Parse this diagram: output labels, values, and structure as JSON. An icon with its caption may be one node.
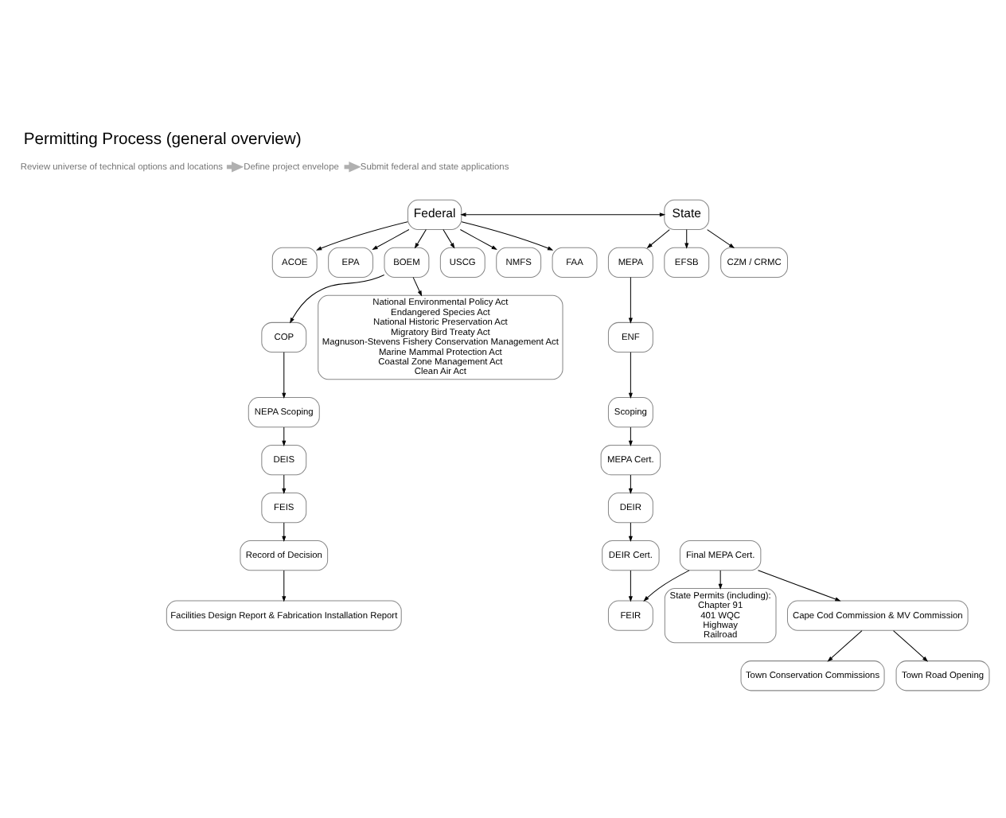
{
  "diagram": {
    "title": "Permitting Process (general overview)",
    "nodes": [
      {
        "text": [
          "Review universe of technical options and locations"
        ]
      },
      {
        "text": [
          "Define project envelope"
        ]
      },
      {
        "text": [
          "Submit federal and state applications"
        ]
      },
      {
        "text": [
          "Federal"
        ]
      },
      {
        "text": [
          "State"
        ]
      },
      {
        "text": [
          "ACOE"
        ]
      },
      {
        "text": [
          "EPA"
        ]
      },
      {
        "text": [
          "BOEM"
        ]
      },
      {
        "text": [
          "USCG"
        ]
      },
      {
        "text": [
          "NMFS"
        ]
      },
      {
        "text": [
          "FAA"
        ]
      },
      {
        "text": [
          "COP"
        ]
      },
      {
        "text": [
          "National Environmental Policy Act",
          "Endangered Species Act",
          "National Historic Preservation Act",
          "Migratory Bird Treaty Act",
          "Magnuson-Stevens Fishery Conservation Management Act",
          "Marine Mammal Protection Act",
          "Coastal Zone Management Act",
          "Clean Air Act"
        ]
      },
      {
        "text": [
          "NEPA Scoping"
        ]
      },
      {
        "text": [
          "DEIS"
        ]
      },
      {
        "text": [
          "FEIS"
        ]
      },
      {
        "text": [
          "Record of Decision"
        ]
      },
      {
        "text": [
          "Facilities Design Report & Fabrication Installation Report"
        ]
      },
      {
        "text": [
          "MEPA"
        ]
      },
      {
        "text": [
          "EFSB"
        ]
      },
      {
        "text": [
          "ENF"
        ]
      },
      {
        "text": [
          "CZM / CRMC"
        ]
      },
      {
        "text": [
          "Scoping"
        ]
      },
      {
        "text": [
          "MEPA Cert."
        ]
      },
      {
        "text": [
          "DEIR"
        ]
      },
      {
        "text": [
          "State Permits (including):",
          "Chapter 91",
          "401 WQC",
          "Highway",
          "Railroad"
        ]
      },
      {
        "text": [
          "DEIR Cert."
        ]
      },
      {
        "text": [
          "FEIR"
        ]
      },
      {
        "text": [
          "Final MEPA Cert."
        ]
      },
      {
        "text": [
          "Cape Cod Commission & MV Commission"
        ]
      },
      {
        "text": [
          "Town Conservation Commissions"
        ]
      },
      {
        "text": [
          "Town Road Opening"
        ]
      }
    ],
    "edges": [
      {
        "from": 0,
        "to": 1,
        "arrow": "to",
        "style": "thick",
        "color": "#b0b0b0"
      },
      {
        "from": 1,
        "to": 2,
        "arrow": "to",
        "style": "thick",
        "color": "#b0b0b0"
      },
      {
        "from": 3,
        "to": 4,
        "arrow": "both"
      },
      {
        "from": 3,
        "to": 5,
        "arrow": "to"
      },
      {
        "from": 3,
        "to": 6,
        "arrow": "to"
      },
      {
        "from": 3,
        "to": 7,
        "arrow": "to"
      },
      {
        "from": 3,
        "to": 8,
        "arrow": "to"
      },
      {
        "from": 3,
        "to": 9,
        "arrow": "to"
      },
      {
        "from": 3,
        "to": 10,
        "arrow": "to"
      },
      {
        "from": 7,
        "to": 11,
        "arrow": "to"
      },
      {
        "from": 7,
        "to": 12,
        "arrow": "to"
      },
      {
        "from": 11,
        "to": 13,
        "arrow": "to"
      },
      {
        "from": 13,
        "to": 14,
        "arrow": "to"
      },
      {
        "from": 14,
        "to": 15,
        "arrow": "to"
      },
      {
        "from": 15,
        "to": 16,
        "arrow": "to"
      },
      {
        "from": 16,
        "to": 17,
        "arrow": "to"
      },
      {
        "from": 4,
        "to": 18,
        "arrow": "to"
      },
      {
        "from": 4,
        "to": 19,
        "arrow": "to"
      },
      {
        "from": 4,
        "to": 21,
        "arrow": "to"
      },
      {
        "from": 18,
        "to": 20,
        "arrow": "to"
      },
      {
        "from": 20,
        "to": 22,
        "arrow": "to"
      },
      {
        "from": 22,
        "to": 23,
        "arrow": "to"
      },
      {
        "from": 23,
        "to": 24,
        "arrow": "to"
      },
      {
        "from": 24,
        "to": 26,
        "arrow": "to"
      },
      {
        "from": 26,
        "to": 27,
        "arrow": "to"
      },
      {
        "from": 28,
        "to": 27,
        "arrow": "to"
      },
      {
        "from": 28,
        "to": 25,
        "arrow": "to"
      },
      {
        "from": 28,
        "to": 29,
        "arrow": "to"
      },
      {
        "from": 29,
        "to": 30,
        "arrow": "to"
      },
      {
        "from": 29,
        "to": 31,
        "arrow": "to"
      }
    ]
  }
}
